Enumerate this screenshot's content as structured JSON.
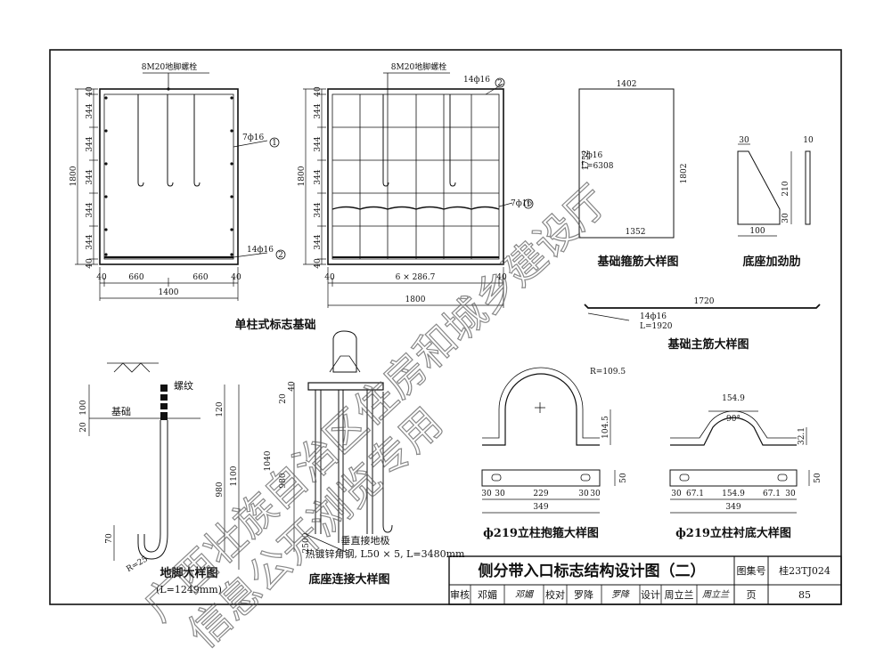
{
  "drawings": {
    "single_column": {
      "bolt_label": "8M20地脚螺栓",
      "dims_vertical": [
        "40",
        "344",
        "344",
        "344",
        "344",
        "344",
        "40"
      ],
      "total_height": "1800",
      "dims_horizontal": [
        "40",
        "660",
        "660",
        "40"
      ],
      "total_width": "1400",
      "rebar_1": "7ф16",
      "rebar_2": "14ф16",
      "mark_1": "1",
      "mark_2": "2",
      "caption": "单柱式标志基础"
    },
    "grid_base": {
      "bolt_label": "8M20地脚螺栓",
      "dims_vertical": [
        "40",
        "344",
        "344",
        "344",
        "344",
        "344",
        "40"
      ],
      "total_height": "1800",
      "dims_horizontal": [
        "40",
        "6 × 286.7",
        "40"
      ],
      "total_width": "1800",
      "rebar_top": "14ф16",
      "rebar_right": "7ф16",
      "mark_1": "1",
      "mark_2": "2"
    },
    "stirrup": {
      "top": "1402",
      "left": "1752",
      "right": "1802",
      "bottom": "1352",
      "rebar": "7ф16",
      "length": "L=6308",
      "caption": "基础箍筋大样图"
    },
    "stiffener": {
      "top": "30",
      "top_right": "10",
      "height": "210",
      "small": "30",
      "width": "100",
      "caption": "底座加劲肋"
    },
    "main_rebar": {
      "length": "1720",
      "rebar": "14ф16",
      "total": "L=1920",
      "caption": "基础主筋大样图"
    },
    "anchor_bolt": {
      "thread": "螺纹",
      "foundation": "基础",
      "d100": "100",
      "d20": "20",
      "d120": "120",
      "d980": "980",
      "d1100": "1100",
      "d70": "70",
      "radius": "R=25",
      "caption": "地脚大样图",
      "length": "(L=1249mm)"
    },
    "base_connection": {
      "d40": "40",
      "d20": "20",
      "d1040": "1040",
      "d980": "980",
      "d2500": "2500",
      "note1": "垂直接地极",
      "note2": "热镀锌角钢, L50 × 5, L=3480mm",
      "caption": "底座连接大样图"
    },
    "hoop": {
      "radius": "R=109.5",
      "height": "104.5",
      "d50": "50",
      "dims": [
        "30",
        "30",
        "229",
        "30",
        "30"
      ],
      "total": "349",
      "caption": "ф219立柱抱箍大样图"
    },
    "lining": {
      "top": "154.9",
      "angle": "90°",
      "height": "32.1",
      "d50": "50",
      "dims": [
        "30",
        "67.1",
        "154.9",
        "67.1",
        "30"
      ],
      "total": "349",
      "caption": "ф219立柱衬底大样图"
    }
  },
  "title_block": {
    "title": "侧分带入口标志结构设计图（二）",
    "atlas_label": "图集号",
    "atlas_no": "桂23TJ024",
    "review_label": "审核",
    "reviewer": "邓媚",
    "reviewer_sig": "邓媚",
    "check_label": "校对",
    "checker": "罗降",
    "checker_sig": "罗降",
    "design_label": "设计",
    "designer": "周立兰",
    "designer_sig": "周立兰",
    "page_label": "页",
    "page_no": "85"
  },
  "watermark": {
    "line1": "广西壮族自治区住房和城乡建设厅",
    "line2": "信息公开浏览专用"
  }
}
